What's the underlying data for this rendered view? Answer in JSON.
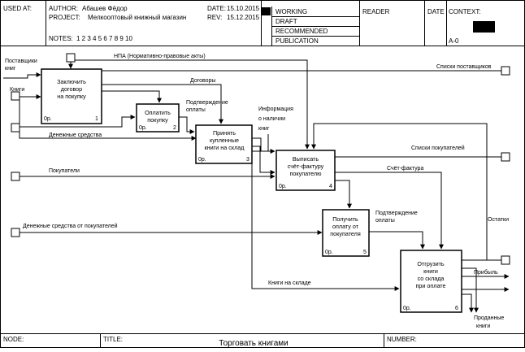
{
  "header": {
    "used_at_label": "USED AT:",
    "author_label": "AUTHOR:",
    "author_value": "Абашев Фёдор",
    "project_label": "PROJECT:",
    "project_value": "Мелкооптовый книжный магазин",
    "date_label": "DATE:",
    "date_value": "15.10.2015",
    "rev_label": "REV:",
    "rev_value": "15.12.2015",
    "notes_label": "NOTES:",
    "notes_numbers": "1  2  3  4  5  6  7  8  9  10",
    "status": [
      "WORKING",
      "DRAFT",
      "RECOMMENDED",
      "PUBLICATION"
    ],
    "reader_label": "READER",
    "date2_label": "DATE",
    "context_label": "CONTEXT:",
    "node_ref": "A-0"
  },
  "footer": {
    "node_label": "NODE:",
    "title_label": "TITLE:",
    "title_value": "Торговать книгами",
    "number_label": "NUMBER:"
  },
  "boxes": [
    {
      "lines": [
        "Заключить",
        "договор",
        "на покупку"
      ],
      "cost": "0р.",
      "num": "1"
    },
    {
      "lines": [
        "Оплатить",
        "покупку"
      ],
      "cost": "0р.",
      "num": "2"
    },
    {
      "lines": [
        "Принять",
        "купленные",
        "книги на склад"
      ],
      "cost": "0р.",
      "num": "3"
    },
    {
      "lines": [
        "Выписать",
        "счёт-фактуру",
        "покупателю"
      ],
      "cost": "0р.",
      "num": "4"
    },
    {
      "lines": [
        "Получить",
        "оплату от",
        "покупателя"
      ],
      "cost": "0р.",
      "num": "5"
    },
    {
      "lines": [
        "Отгрузить",
        "книги",
        "со склада",
        "при оплате"
      ],
      "cost": "0р.",
      "num": "6"
    }
  ],
  "arrows": {
    "postavshiki": [
      "Поставщики",
      "книг"
    ],
    "knigi": "Книги",
    "npa": "НПА (Нормативно-правовые акты)",
    "spiski_post": "Списки поставщиков",
    "dogovory": "Договоры",
    "podtv_opl1": [
      "Подтверждение",
      "оплаты"
    ],
    "info": [
      "Информация",
      "о наличии",
      "книг"
    ],
    "den_sredstva": "Денежные средства",
    "spiski_pokup": "Списки покупателей",
    "pokupateli": "Покупатели",
    "schet": "Счёт-фактура",
    "podtv_opl2": [
      "Подтверждение",
      "оплаты"
    ],
    "den_ot_pokup": "Денежные средства от покупателей",
    "ostatki": "Остатки",
    "pribyl": "Прибыль",
    "knigi_na_sklade": "Книги на складе",
    "prodannye": [
      "Проданные",
      "книги"
    ]
  }
}
